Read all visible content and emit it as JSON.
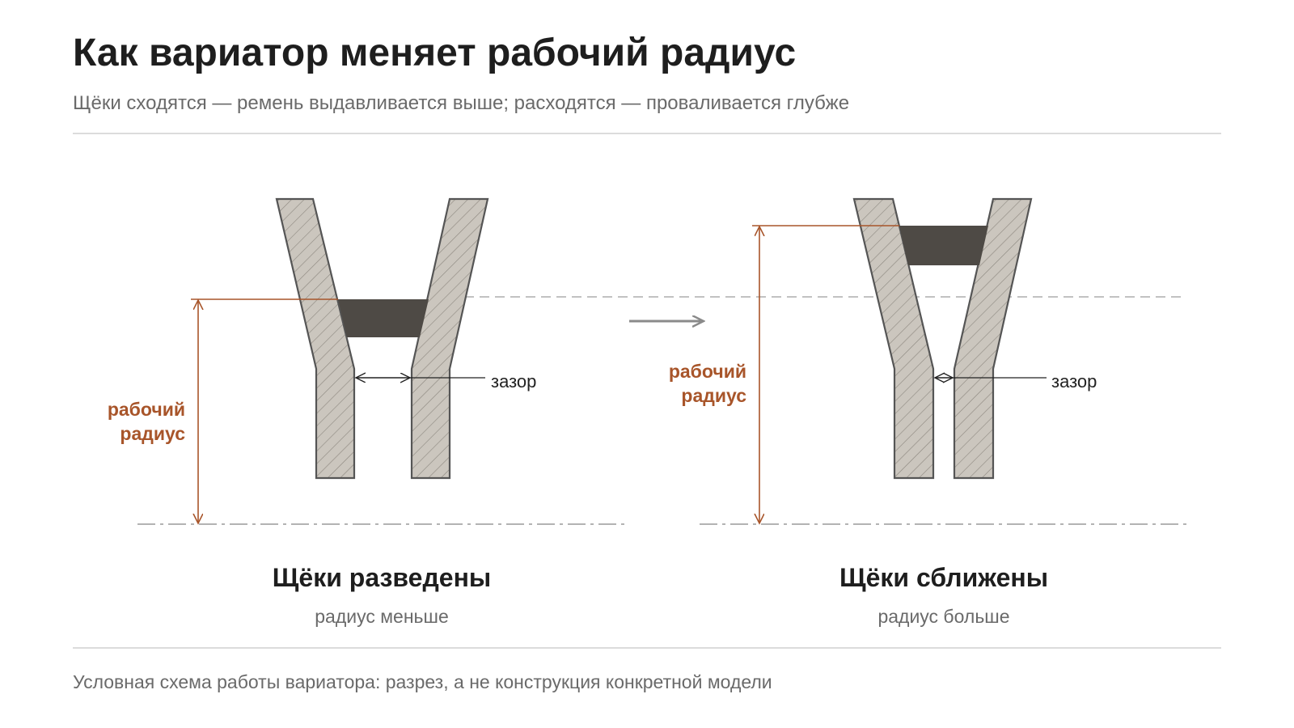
{
  "header": {
    "title": "Как вариатор меняет рабочий радиус",
    "subtitle": "Щёки сходятся — ремень выдавливается выше; расходятся — проваливается глубже"
  },
  "diagram": {
    "left": {
      "radius_label_line1": "рабочий",
      "radius_label_line2": "радиус",
      "gap_label": "зазор",
      "caption_title": "Щёки разведены",
      "caption_sub": "радиус меньше"
    },
    "right": {
      "radius_label_line1": "рабочий",
      "radius_label_line2": "радиус",
      "gap_label": "зазор",
      "caption_title": "Щёки сближены",
      "caption_sub": "радиус больше"
    }
  },
  "footer": {
    "note": "Условная схема работы вариатора: разрез, а не конструкция конкретной модели"
  },
  "colors": {
    "accent": "#a8552a",
    "sheave_fill": "#cbc6be",
    "belt_fill": "#4e4a45",
    "outline": "#555555"
  }
}
